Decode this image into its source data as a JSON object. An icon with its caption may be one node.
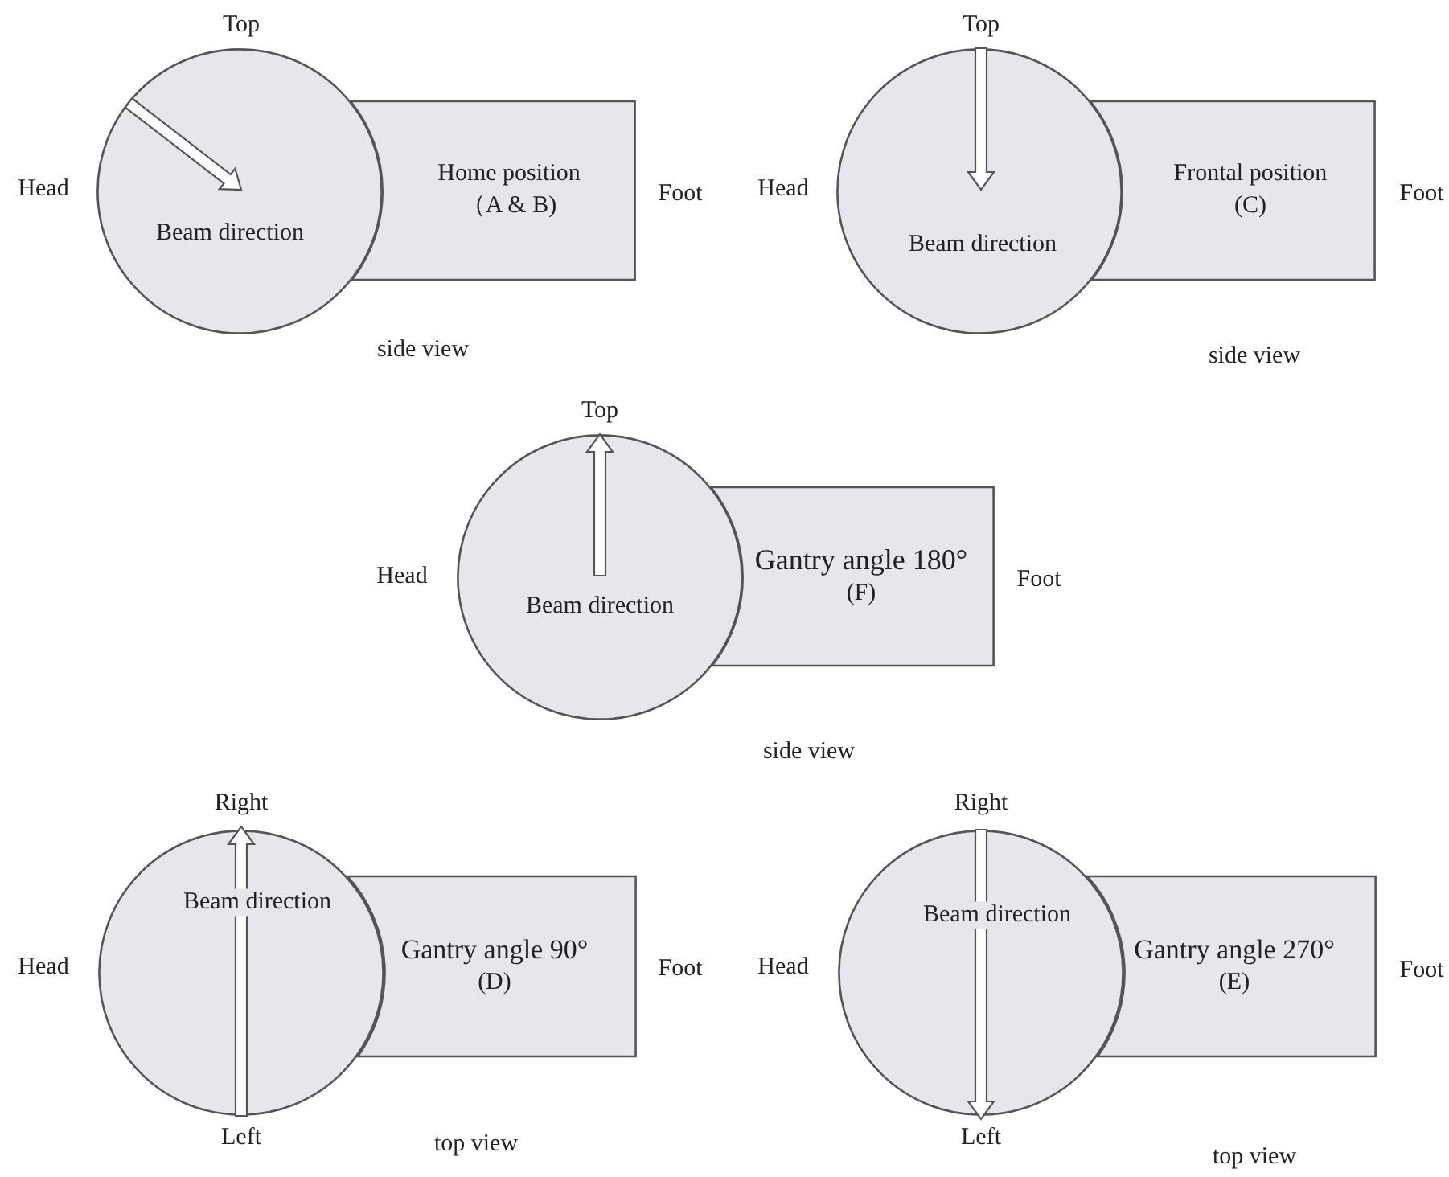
{
  "diagram": {
    "nodes": [
      {
        "text": [
          "Beam direction"
        ]
      },
      {
        "text": [
          "Home position",
          "（A & B)"
        ]
      },
      {
        "text": [
          "Beam direction"
        ]
      },
      {
        "text": [
          "Frontal position",
          "(C)"
        ]
      },
      {
        "text": [
          "Beam direction"
        ]
      },
      {
        "text": [
          "Gantry angle 180°",
          "(F)"
        ]
      },
      {
        "text": [
          "Beam direction"
        ]
      },
      {
        "text": [
          "Gantry angle 90°",
          "(D)"
        ]
      },
      {
        "text": [
          "Beam direction"
        ]
      },
      {
        "text": [
          "Gantry angle 270°",
          "(E)"
        ]
      }
    ],
    "labels": [
      "Top",
      "Top",
      "Head",
      "Foot",
      "Head",
      "Foot",
      "side view",
      "side view",
      "Top",
      "Head",
      "Foot",
      "side view",
      "Right",
      "Right",
      "Head",
      "Foot",
      "Head",
      "Foot",
      "Left",
      "top view",
      "Left",
      "top view"
    ]
  }
}
